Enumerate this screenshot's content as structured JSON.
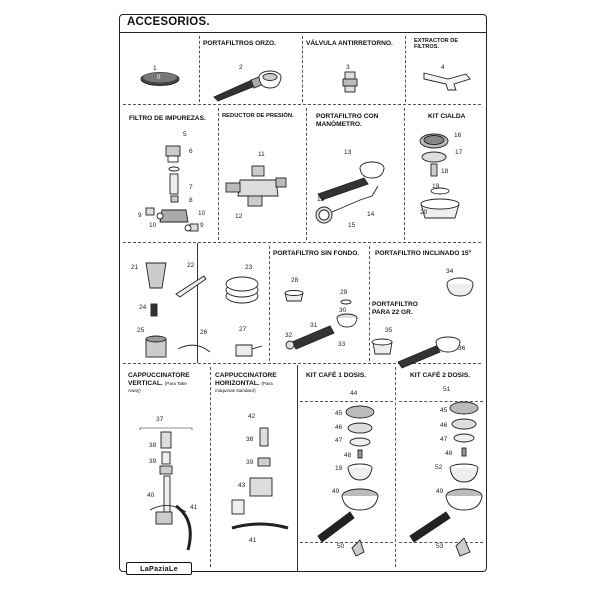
{
  "title": "ACCESORIOS.",
  "logo": "LaPaziaLe",
  "sections": {
    "portafiltros_orzo": "PORTAFILTROS ORZO.",
    "valvula": "VÁLVULA ANTIRRETORNO.",
    "extractor_l1": "EXTRACTOR DE",
    "extractor_l2": "FILTROS.",
    "filtro_l1": "FILTRO DE IMPUREZAS.",
    "reductor": "REDUCTOR DE PRESIÓN.",
    "manometro_l1": "PORTAFILTRO CON",
    "manometro_l2": "MANÓMETRO.",
    "cialda": "KIT CIALDA",
    "sin_fondo": "PORTAFILTRO SIN FONDO.",
    "inclinado": "PORTAFILTRO INCLINADO 15º",
    "gr22_l1": "PORTAFILTRO",
    "gr22_l2": "PARA 22 GR.",
    "cap_vert_l1": "CAPPUCCINATORE",
    "cap_vert_l2": "VERTICAL.",
    "cap_vert_note1": "(Para Take",
    "cap_vert_note2": "Away)",
    "cap_hor_l1": "CAPPUCCINATORE",
    "cap_hor_l2": "HORIZONTAL.",
    "cap_hor_note1": "(Para",
    "cap_hor_note2": "máquinas standard)",
    "kit1": "KIT CAFÉ 1 DOSIS.",
    "kit2": "KIT CAFÉ 2 DOSIS."
  },
  "numbers": {
    "n1": "1",
    "n2": "2",
    "n3": "3",
    "n4": "4",
    "n5": "5",
    "n6": "6",
    "n7": "7",
    "n8": "8",
    "n9": "9",
    "n9b": "9",
    "n10": "10",
    "n10b": "10",
    "n11": "11",
    "n12": "12",
    "n13": "13",
    "n13b": "13",
    "n14": "14",
    "n15": "15",
    "n16": "16",
    "n17": "17",
    "n18": "18",
    "n19": "19",
    "n20": "20",
    "n21": "21",
    "n22": "22",
    "n23": "23",
    "n24": "24",
    "n25": "25",
    "n26": "26",
    "n27": "27",
    "n28": "28",
    "n29": "29",
    "n30": "30",
    "n31": "31",
    "n32": "32",
    "n33": "33",
    "n34": "34",
    "n35": "35",
    "n36": "36",
    "n37": "37",
    "n38": "38",
    "n39": "39",
    "n40": "40",
    "n41": "41",
    "n42": "42",
    "n38b": "38",
    "n39b": "39",
    "n43": "43",
    "n41b": "41",
    "n44": "44",
    "n45": "45",
    "n46": "46",
    "n47": "47",
    "n48": "48",
    "n19b": "19",
    "n49": "49",
    "n50": "50",
    "n51": "51",
    "n45b": "45",
    "n46b": "46",
    "n47b": "47",
    "n48b": "48",
    "n52": "52",
    "n49b": "49",
    "n53": "53"
  },
  "disc_label": "0"
}
